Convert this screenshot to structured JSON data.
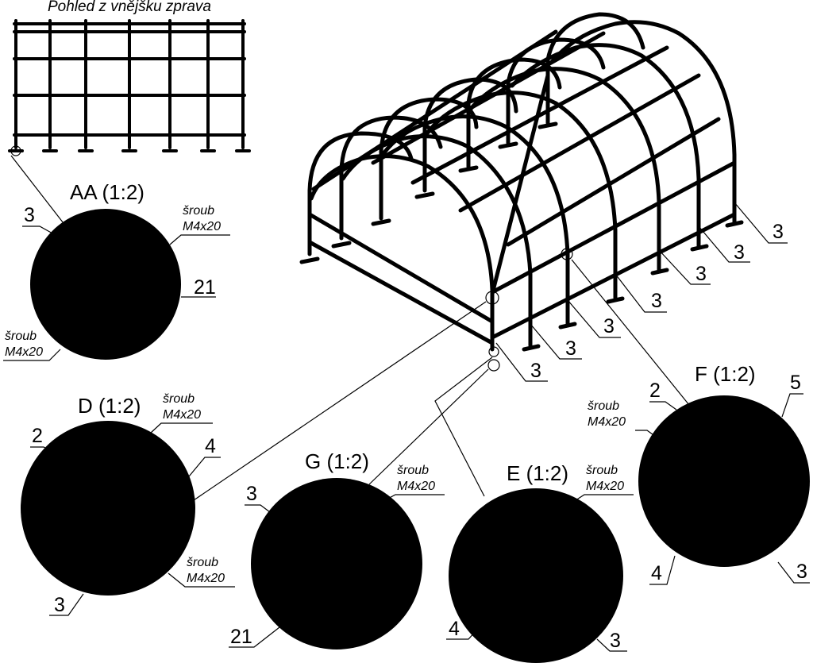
{
  "side_view": {
    "title": "Pohled z vnějšku zprava"
  },
  "screw_note": {
    "line1": "šroub",
    "line2": "M4x20"
  },
  "details": {
    "AA": {
      "title": "AA (1:2)",
      "labels": [
        "3",
        "21"
      ]
    },
    "D": {
      "title": "D (1:2)",
      "labels": [
        "2",
        "4",
        "3"
      ]
    },
    "G": {
      "title": "G (1:2)",
      "labels": [
        "3",
        "21"
      ]
    },
    "E": {
      "title": "E (1:2)",
      "labels": [
        "4",
        "3"
      ]
    },
    "F": {
      "title": "F (1:2)",
      "labels": [
        "2",
        "5",
        "4",
        "3"
      ]
    }
  },
  "frame_labels": [
    "3",
    "3",
    "3",
    "3",
    "3",
    "3",
    "3"
  ]
}
